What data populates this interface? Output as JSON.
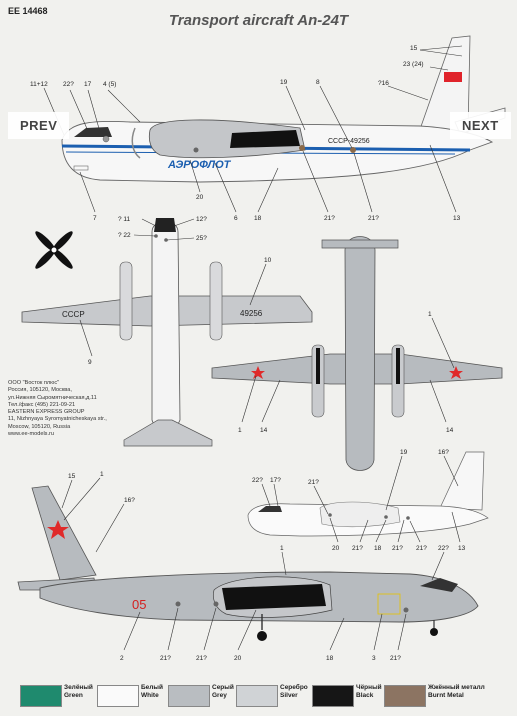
{
  "header": {
    "code": "EE 14468",
    "title": "Transport aircraft  An-24T"
  },
  "nav": {
    "prev": "PREV",
    "next": "NEXT"
  },
  "markings": {
    "aeroflot": "АЭРОФЛОТ",
    "reg_side": "СССР-49256",
    "reg_number": "49256",
    "cccp": "СССР",
    "military_number": "05"
  },
  "callouts": {
    "c15": "15",
    "c23": "23 (24)",
    "c16": "?16",
    "c19": "19",
    "c8": "8",
    "c1112": "11+12",
    "c22": "22?",
    "c17": "17",
    "c4": "4 (5)",
    "c7": "7",
    "c20": "20",
    "c6": "6",
    "c18": "18",
    "c21a": "21?",
    "c21b": "21?",
    "c13": "13",
    "t11": "? 11",
    "t12": "12?",
    "t22": "? 22",
    "t25": "25?",
    "p10": "10",
    "p9": "9",
    "p1": "1",
    "p14": "14",
    "s19": "19",
    "s16": "16?",
    "s22": "22?",
    "s17": "17?",
    "s21": "21?",
    "s20": "20",
    "s21b": "21?",
    "s18": "18",
    "s21c": "21?",
    "s21d": "21?",
    "s13": "13",
    "m15": "15",
    "m1": "1",
    "m16": "16?",
    "m1b": "1",
    "m22": "22?",
    "m2": "2",
    "m21a": "21?",
    "m21b": "21?",
    "m20": "20",
    "m18": "18",
    "m3": "3",
    "m21c": "21?"
  },
  "credits": [
    "ООО \"Восток плюс\"",
    "Россия, 105120, Москва,",
    "ул.Нижняя Сыромятническая,д.11",
    "Тел./факс (495) 221-09-21",
    "EASTERN EXPRESS GROUP",
    "11, Nizhnyaya Syromyatnicheskaya str.,",
    "Moscow, 105120, Russia",
    "www.ee-models.ru"
  ],
  "legend": [
    {
      "ru": "Зелёный",
      "en": "Green",
      "color": "#1f8a6e"
    },
    {
      "ru": "Белый",
      "en": "White",
      "color": "#fafafa"
    },
    {
      "ru": "Серый",
      "en": "Grey",
      "color": "#b9bdc1"
    },
    {
      "ru": "Серебро",
      "en": "Silver",
      "color": "#d0d3d6"
    },
    {
      "ru": "Чёрный",
      "en": "Black",
      "color": "#161616"
    },
    {
      "ru": "Жжённый металл",
      "en": "Burnt Metal",
      "color": "#8c7462"
    }
  ],
  "colors": {
    "aeroflot_blue": "#1c5fb0",
    "star_red": "#e02a2a"
  }
}
